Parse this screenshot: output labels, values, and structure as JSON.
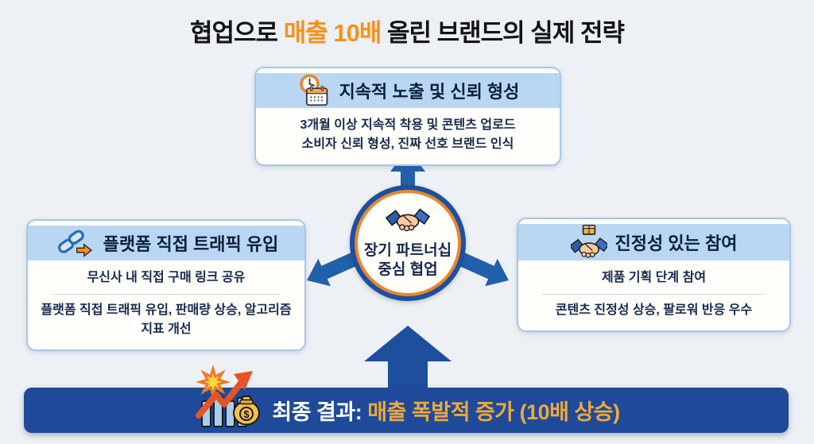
{
  "title": {
    "prefix": "협업으로 ",
    "highlight": "매출 10배",
    "suffix": " 올린 브랜드의 실제 전략"
  },
  "center_hub": {
    "icon": "handshake-icon",
    "line1": "장기 파트너십",
    "line2": "중심 협업"
  },
  "boxes": {
    "top": {
      "icon": "clock-calendar-icon",
      "header": "지속적 노출 및 신뢰 형성",
      "line1": "3개월 이상 지속적 착용 및 콘텐츠 업로드",
      "line2": "소비자 신뢰 형성, 진짜 선호 브랜드 인식"
    },
    "left": {
      "icon": "link-arrow-icon",
      "header": "플랫폼 직접 트래픽 유입",
      "line1": "무신사 내 직접 구매 링크 공유",
      "line2": "플랫폼 직접 트래픽 유입, 판매량 상승, 알고리즘 지표 개선"
    },
    "right": {
      "icon": "handshake-package-icon",
      "header": "진정성 있는 참여",
      "line1": "제품 기획 단계 참여",
      "line2": "콘텐츠 진정성 상승, 팔로워 반응 우수"
    }
  },
  "banner": {
    "icon": "explosive-growth-money-icon",
    "prefix": "최종 결과: ",
    "highlight": "매출 폭발적 증가 (10배 상승)"
  },
  "colors": {
    "background": "#edf0f4",
    "accent_orange": "#f5911e",
    "card_border": "#a6c6e8",
    "header_band": "#b9d7f3",
    "body_text": "#16294d",
    "arrow_blue": "#2160ab",
    "hub_ring_blue": "#1d4f9e",
    "hub_ring_orange": "#e8872f",
    "banner_blue": "#1e4a99",
    "banner_gold": "#f0a83c"
  }
}
